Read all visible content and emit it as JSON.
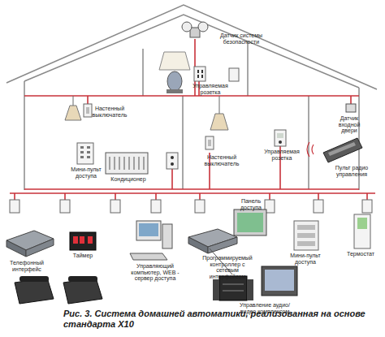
{
  "diagram": {
    "caption": "Рис. 3. Система домашней автоматики, реализованная на основе стандарта X10",
    "labels": [
      "Датчик системы безопасности",
      "Управляемая розетка",
      "Настенный выключатель",
      "Датчик входной двери",
      "Мини-пульт доступа",
      "Кондиционер",
      "Настенный выключатель",
      "Управляемая розетка",
      "Пульт радио управления",
      "Телефонный интерфейс",
      "Таймер",
      "Управляющий компьютер, WEB - сервер доступа",
      "Панель доступа",
      "Программируемый контроллер с сетевым интерфейсом",
      "Мини-пульт доступа",
      "Термостат",
      "Управление аудио/видео комплексом"
    ]
  }
}
